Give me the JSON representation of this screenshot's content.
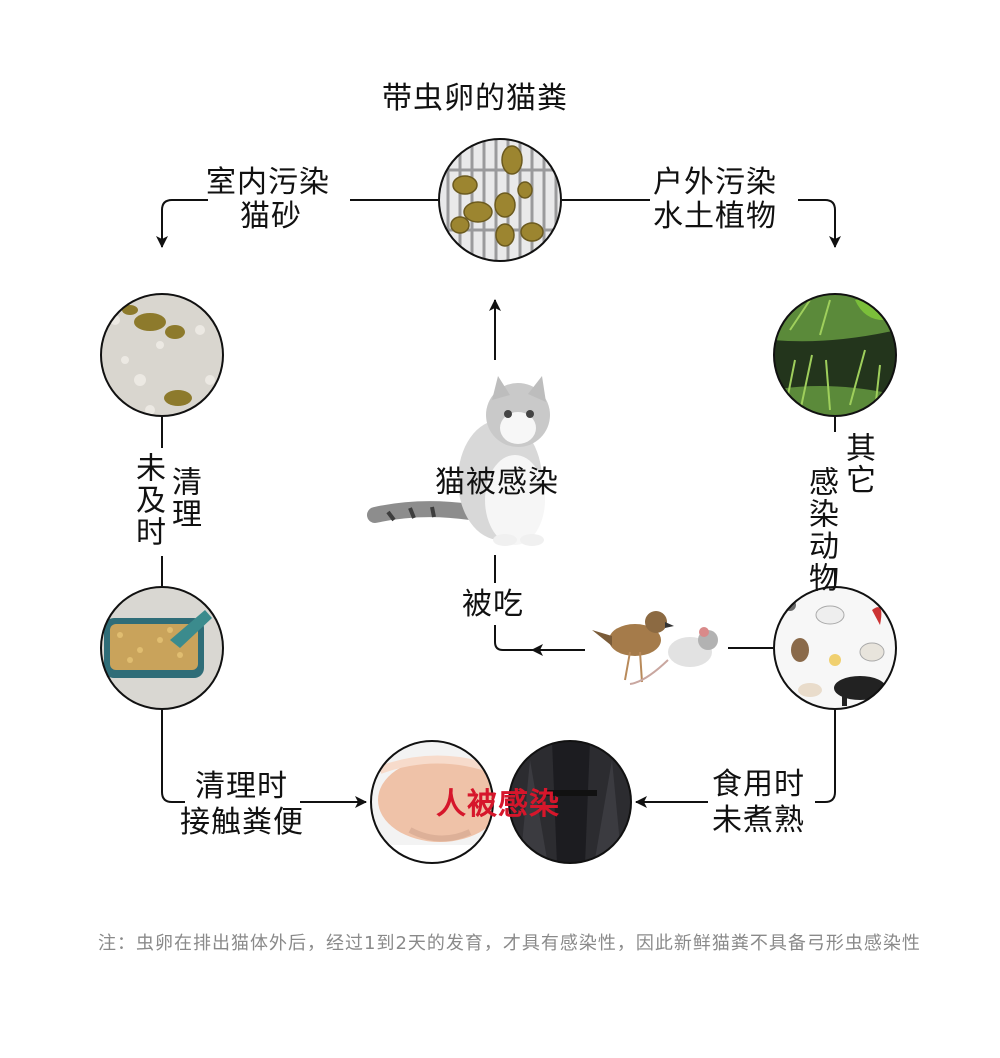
{
  "title": "带虫卵的猫粪",
  "center_label": "猫被感染",
  "labels": {
    "indoor": "室内污染",
    "litter": "猫砂",
    "outdoor": "户外污染",
    "soil": "水土植物",
    "not_cleaned_a": "未及时",
    "not_cleaned_b": "清理",
    "other_a": "其它",
    "other_b": "感染动物",
    "eaten": "被吃",
    "clean_a": "清理时",
    "clean_b": "接触粪便",
    "food_a": "食用时",
    "food_b": "未煮熟",
    "human": "人被感染"
  },
  "note": "注：虫卵在排出猫体外后，经过1到2天的发育，才具有感染性，因此新鲜猫粪不具备弓形虫感染性",
  "colors": {
    "accent": "#d6162b",
    "line": "#111111",
    "note": "#8a8a8a"
  },
  "images": [
    "cat-feces-image",
    "indoor-litter-image",
    "outdoor-plants-image",
    "litter-box-image",
    "other-animals-image",
    "bird-mouse-image",
    "pregnant-woman-image",
    "man-image",
    "cat-image"
  ]
}
